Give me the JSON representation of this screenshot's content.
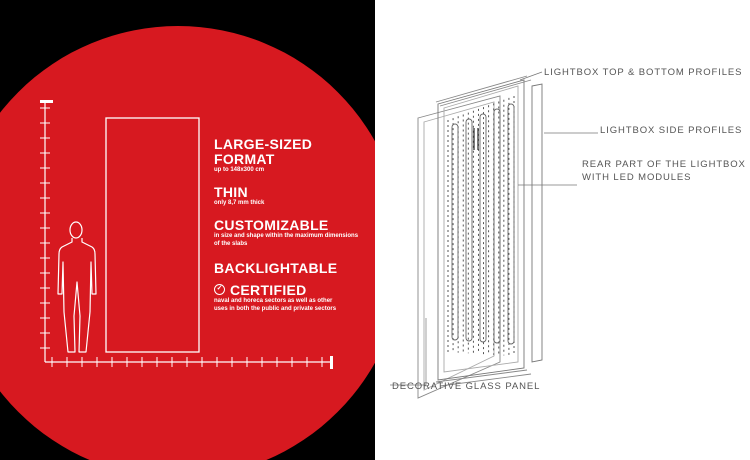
{
  "features": [
    {
      "title": "LARGE-SIZED FORMAT",
      "subtitle": "up to 148x300 cm"
    },
    {
      "title": "THIN",
      "subtitle": "only 8,7 mm thick"
    },
    {
      "title": "CUSTOMIZABLE",
      "subtitle": "in size and shape within the maximum dimensions of the slabs"
    },
    {
      "title": "BACKLIGHTABLE",
      "subtitle": ""
    },
    {
      "title": "CERTIFIED",
      "subtitle": "naval and horeca sectors as well as other uses in both the public and private sectors",
      "icon": "certified-badge-icon"
    }
  ],
  "callouts": {
    "top_bottom": "LIGHTBOX TOP & BOTTOM PROFILES",
    "side": "LIGHTBOX SIDE PROFILES",
    "rear_line1": "REAR PART OF THE LIGHTBOX",
    "rear_line2": "WITH LED MODULES",
    "glass": "DECORATIVE GLASS PANEL"
  },
  "colors": {
    "red": "#d71920",
    "black": "#000000",
    "white": "#ffffff",
    "sketch": "#888888"
  }
}
